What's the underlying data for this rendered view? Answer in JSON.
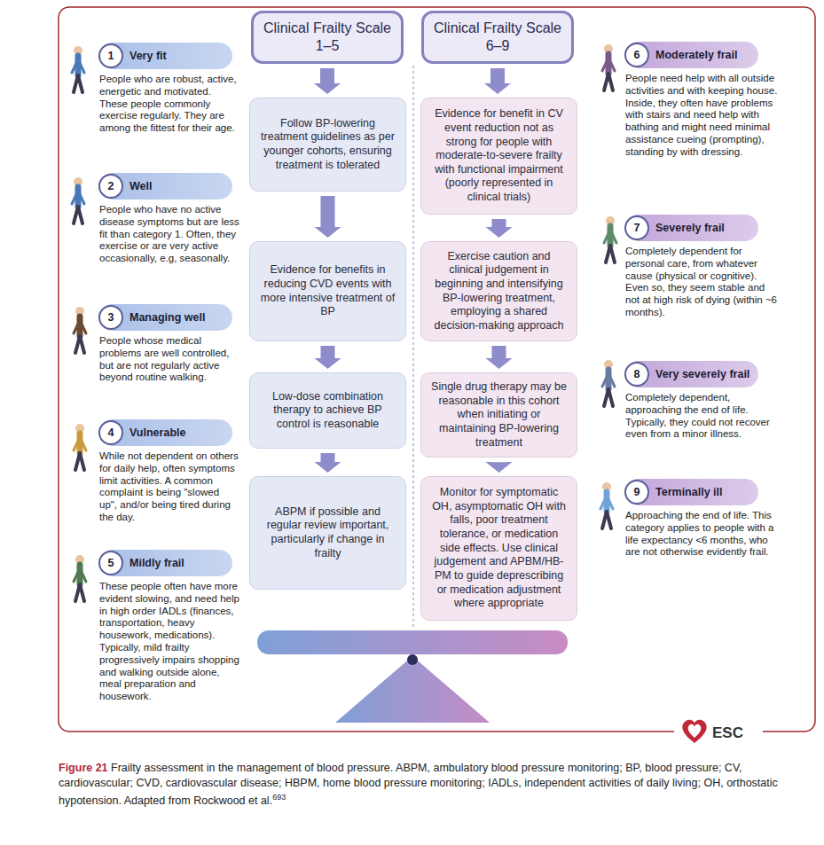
{
  "diagram": {
    "caption": "Frailty assessment in the management of blood pressure. ABPM, ambulatory blood pressure monitoring; BP, blood pressure; CV, cardiovascular; CVD, cardiovascular disease; HBPM, home blood pressure monitoring; IADLs, independent activities of daily living; OH, orthostatic hypotension. Adapted from Rockwood et al.",
    "nodes": [
      {
        "text": [
          "Clinical Frailty Scale 1–5"
        ]
      },
      {
        "text": [
          "Clinical Frailty Scale 6–9"
        ]
      },
      {
        "text": [
          "Follow BP-lowering treatment guidelines as per younger cohorts, ensuring treatment is tolerated"
        ]
      },
      {
        "text": [
          "Evidence for benefit in CV event reduction not as strong for people with moderate-to-severe frailty with functional impairment (poorly represented in clinical trials)"
        ]
      },
      {
        "text": [
          "Evidence for benefits in reducing CVD events with more intensive treatment of BP"
        ]
      },
      {
        "text": [
          "Exercise caution and clinical judgement in beginning and intensifying BP-lowering treatment, employing a shared decision-making approach"
        ]
      },
      {
        "text": [
          "Low-dose combination therapy to achieve BP control is reasonable"
        ]
      },
      {
        "text": [
          "Single drug therapy may be reasonable in this cohort when initiating or maintaining BP-lowering treatment"
        ]
      },
      {
        "text": [
          "ABPM if possible and regular review important, particularly if change in frailty"
        ]
      },
      {
        "text": [
          "Monitor for symptomatic OH, asymptomatic OH with falls, poor treatment tolerance, or medication side effects. Use clinical judgement and APBM/HB-PM to guide deprescribing or medication adjustment where appropriate"
        ]
      },
      {
        "text": [
          "Very fit",
          "People who are robust, active, energetic and motivated. These people commonly exercise regularly. They are among the fittest for their age."
        ]
      },
      {
        "text": [
          "1"
        ],
        "in": 10
      },
      {
        "text": [
          "Well",
          "People who have no active disease symptoms but are less fit than category 1. Often, they exercise or are very active occasionally, e.g, seasonally."
        ]
      },
      {
        "text": [
          "2"
        ],
        "in": 12
      },
      {
        "text": [
          "Managing well",
          "People whose medical problems are well controlled, but are not regularly active beyond routine walking."
        ]
      },
      {
        "text": [
          "3"
        ],
        "in": 14
      },
      {
        "text": [
          "Vulnerable",
          "While not dependent on others for daily help, often symptoms limit activities. A common complaint is being \"slowed up\", and/or being tired during the day."
        ]
      },
      {
        "text": [
          "4"
        ],
        "in": 16
      },
      {
        "text": [
          "Mildly frail",
          "These people often have more evident slowing, and need help in high order IADLs (finances, transportation, heavy housework, medications). Typically, mild frailty progressively impairs shopping and walking outside alone, meal preparation and housework."
        ]
      },
      {
        "text": [
          "5"
        ],
        "in": 18
      },
      {
        "text": [
          "Moderately frail",
          "People need help with all outside activities and with keeping house. Inside, they often have problems with stairs and need help with bathing and might need minimal assistance cueing (prompting), standing by with dressing."
        ]
      },
      {
        "text": [
          "6"
        ],
        "in": 20
      },
      {
        "text": [
          "Severely frail",
          "Completely dependent for personal care, from whatever cause (physical or cognitive). Even so, they seem stable and not at high risk of dying (within ~6 months)."
        ]
      },
      {
        "text": [
          "7"
        ],
        "in": 22
      },
      {
        "text": [
          "Very severely frail",
          "Completely dependent, approaching the end of life. Typically, they could not recover even from a minor illness."
        ]
      },
      {
        "text": [
          "8"
        ],
        "in": 24
      },
      {
        "text": [
          "Terminally ill",
          "Approaching the end of life. This category applies to people with a life expectancy <6 months, who are not otherwise evidently frail."
        ]
      },
      {
        "text": [
          "9"
        ],
        "in": 26
      }
    ],
    "edges": [
      {
        "from": 0,
        "to": 2,
        "arrow": "to"
      },
      {
        "from": 2,
        "to": 4,
        "arrow": "to"
      },
      {
        "from": 4,
        "to": 6,
        "arrow": "to"
      },
      {
        "from": 6,
        "to": 8,
        "arrow": "to"
      },
      {
        "from": 1,
        "to": 3,
        "arrow": "to"
      },
      {
        "from": 3,
        "to": 5,
        "arrow": "to"
      },
      {
        "from": 5,
        "to": 7,
        "arrow": "to"
      },
      {
        "from": 7,
        "to": 9,
        "arrow": "to"
      }
    ],
    "labels": [
      "Figure 21",
      "693",
      "ESC"
    ]
  }
}
